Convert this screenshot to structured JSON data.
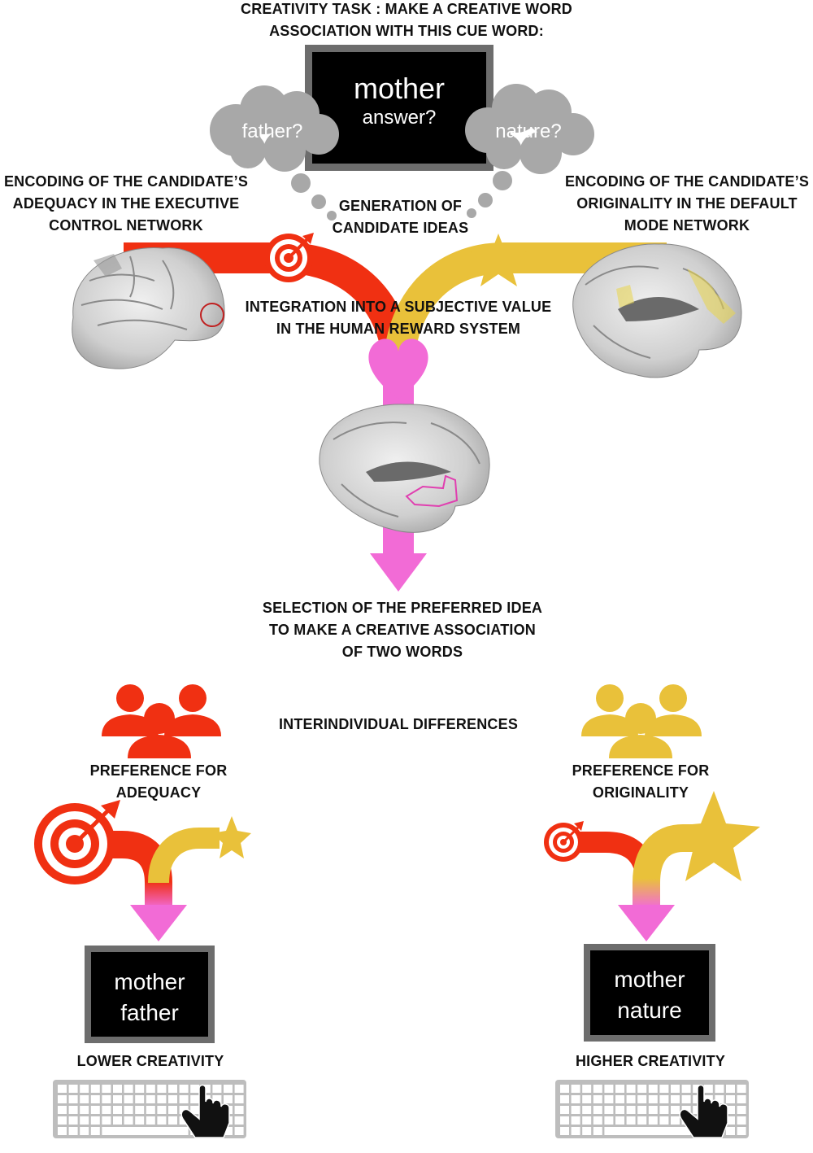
{
  "title": [
    "CREATIVITY TASK : MAKE A CREATIVE WORD",
    "ASSOCIATION WITH THIS CUE WORD:"
  ],
  "screen_top": {
    "cue": "mother",
    "prompt": "answer?"
  },
  "clouds": {
    "left": "father?",
    "right": "nature?"
  },
  "generation": [
    "GENERATION OF",
    "CANDIDATE IDEAS"
  ],
  "encoding_left": [
    "ENCODING OF THE CANDIDATE’S",
    "ADEQUACY IN THE EXECUTIVE",
    "CONTROL NETWORK"
  ],
  "encoding_right": [
    "ENCODING OF THE CANDIDATE’S",
    "ORIGINALITY IN THE DEFAULT",
    "MODE NETWORK"
  ],
  "integration": [
    "INTEGRATION INTO A SUBJECTIVE VALUE",
    "IN THE HUMAN REWARD SYSTEM"
  ],
  "selection": [
    "SELECTION OF THE PREFERRED IDEA",
    "TO MAKE A CREATIVE ASSOCIATION",
    "OF TWO WORDS"
  ],
  "interindividual": "INTERINDIVIDUAL DIFFERENCES",
  "pref_left": [
    "PREFERENCE FOR",
    "ADEQUACY"
  ],
  "pref_right": [
    "PREFERENCE FOR",
    "ORIGINALITY"
  ],
  "screen_left": [
    "mother",
    "father"
  ],
  "screen_right": [
    "mother",
    "nature"
  ],
  "result_left": "LOWER CREATIVITY",
  "result_right": "HIGHER CREATIVITY",
  "colors": {
    "adequacy": "#f03012",
    "originality": "#e9c13a",
    "reward": "#f26bd6",
    "cloud": "#a8a8a8",
    "screen_frame": "#6d6d6d"
  }
}
